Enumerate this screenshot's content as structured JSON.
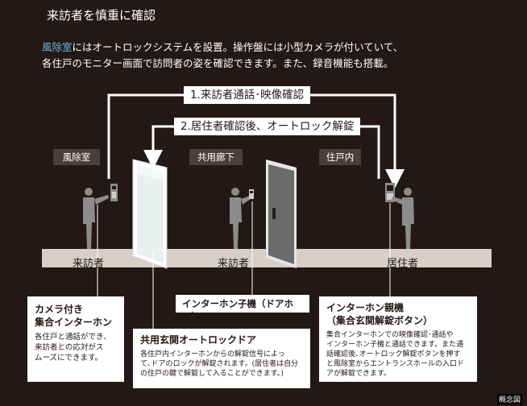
{
  "title": "来訪者を慎重に確認",
  "intro": {
    "highlight": "風除室",
    "line1_rest": "にはオートロックシステムを設置。操作盤には小型カメラが付いていて、",
    "line2": "各住戸のモニター画面で訪問者の姿を確認できます。また、録音機能も搭載。"
  },
  "flows": {
    "step1": "1.来訪者通話･映像確認",
    "step2": "2.居住者確認後、オートロック解錠"
  },
  "zones": [
    "風除室",
    "共用廊下",
    "住戸内"
  ],
  "floor_labels": [
    "来訪者",
    "来訪者",
    "居住者"
  ],
  "callouts": {
    "camera": {
      "title1": "カメラ付き",
      "title2": "集合インターホン",
      "body": [
        "各住戸と通話ができ、",
        "来訪者との応対がス",
        "ムーズにできます。"
      ]
    },
    "autolock": {
      "title": "共用玄関オートロックドア",
      "body": [
        "各住戸内インターホンからの解錠信号によっ",
        "て､ドアのロックが解錠されます。(居住者は自分",
        "の住戸の鍵で解錠して入ることができます。)"
      ]
    },
    "doorphone": {
      "title": "インターホン子機（ドアホン）"
    },
    "master": {
      "title1": "インターホン親機",
      "title2": "（集合玄関解錠ボタン）",
      "body": [
        "集合インターホンでの映像確認･通話や",
        "インターホン子機と通話できます。また通",
        "話確認後､オートロック解錠ボタンを押す",
        "と風除室からエントランスホールの入口ド",
        "アが解錠できます。"
      ]
    }
  },
  "note": "概念図",
  "colors": {
    "background": "#231815",
    "floor": "#d7cfc5",
    "figure": "#8c8c8c",
    "highlight": "#6cb6e0",
    "zone_label_bg": "#4b3f39"
  }
}
